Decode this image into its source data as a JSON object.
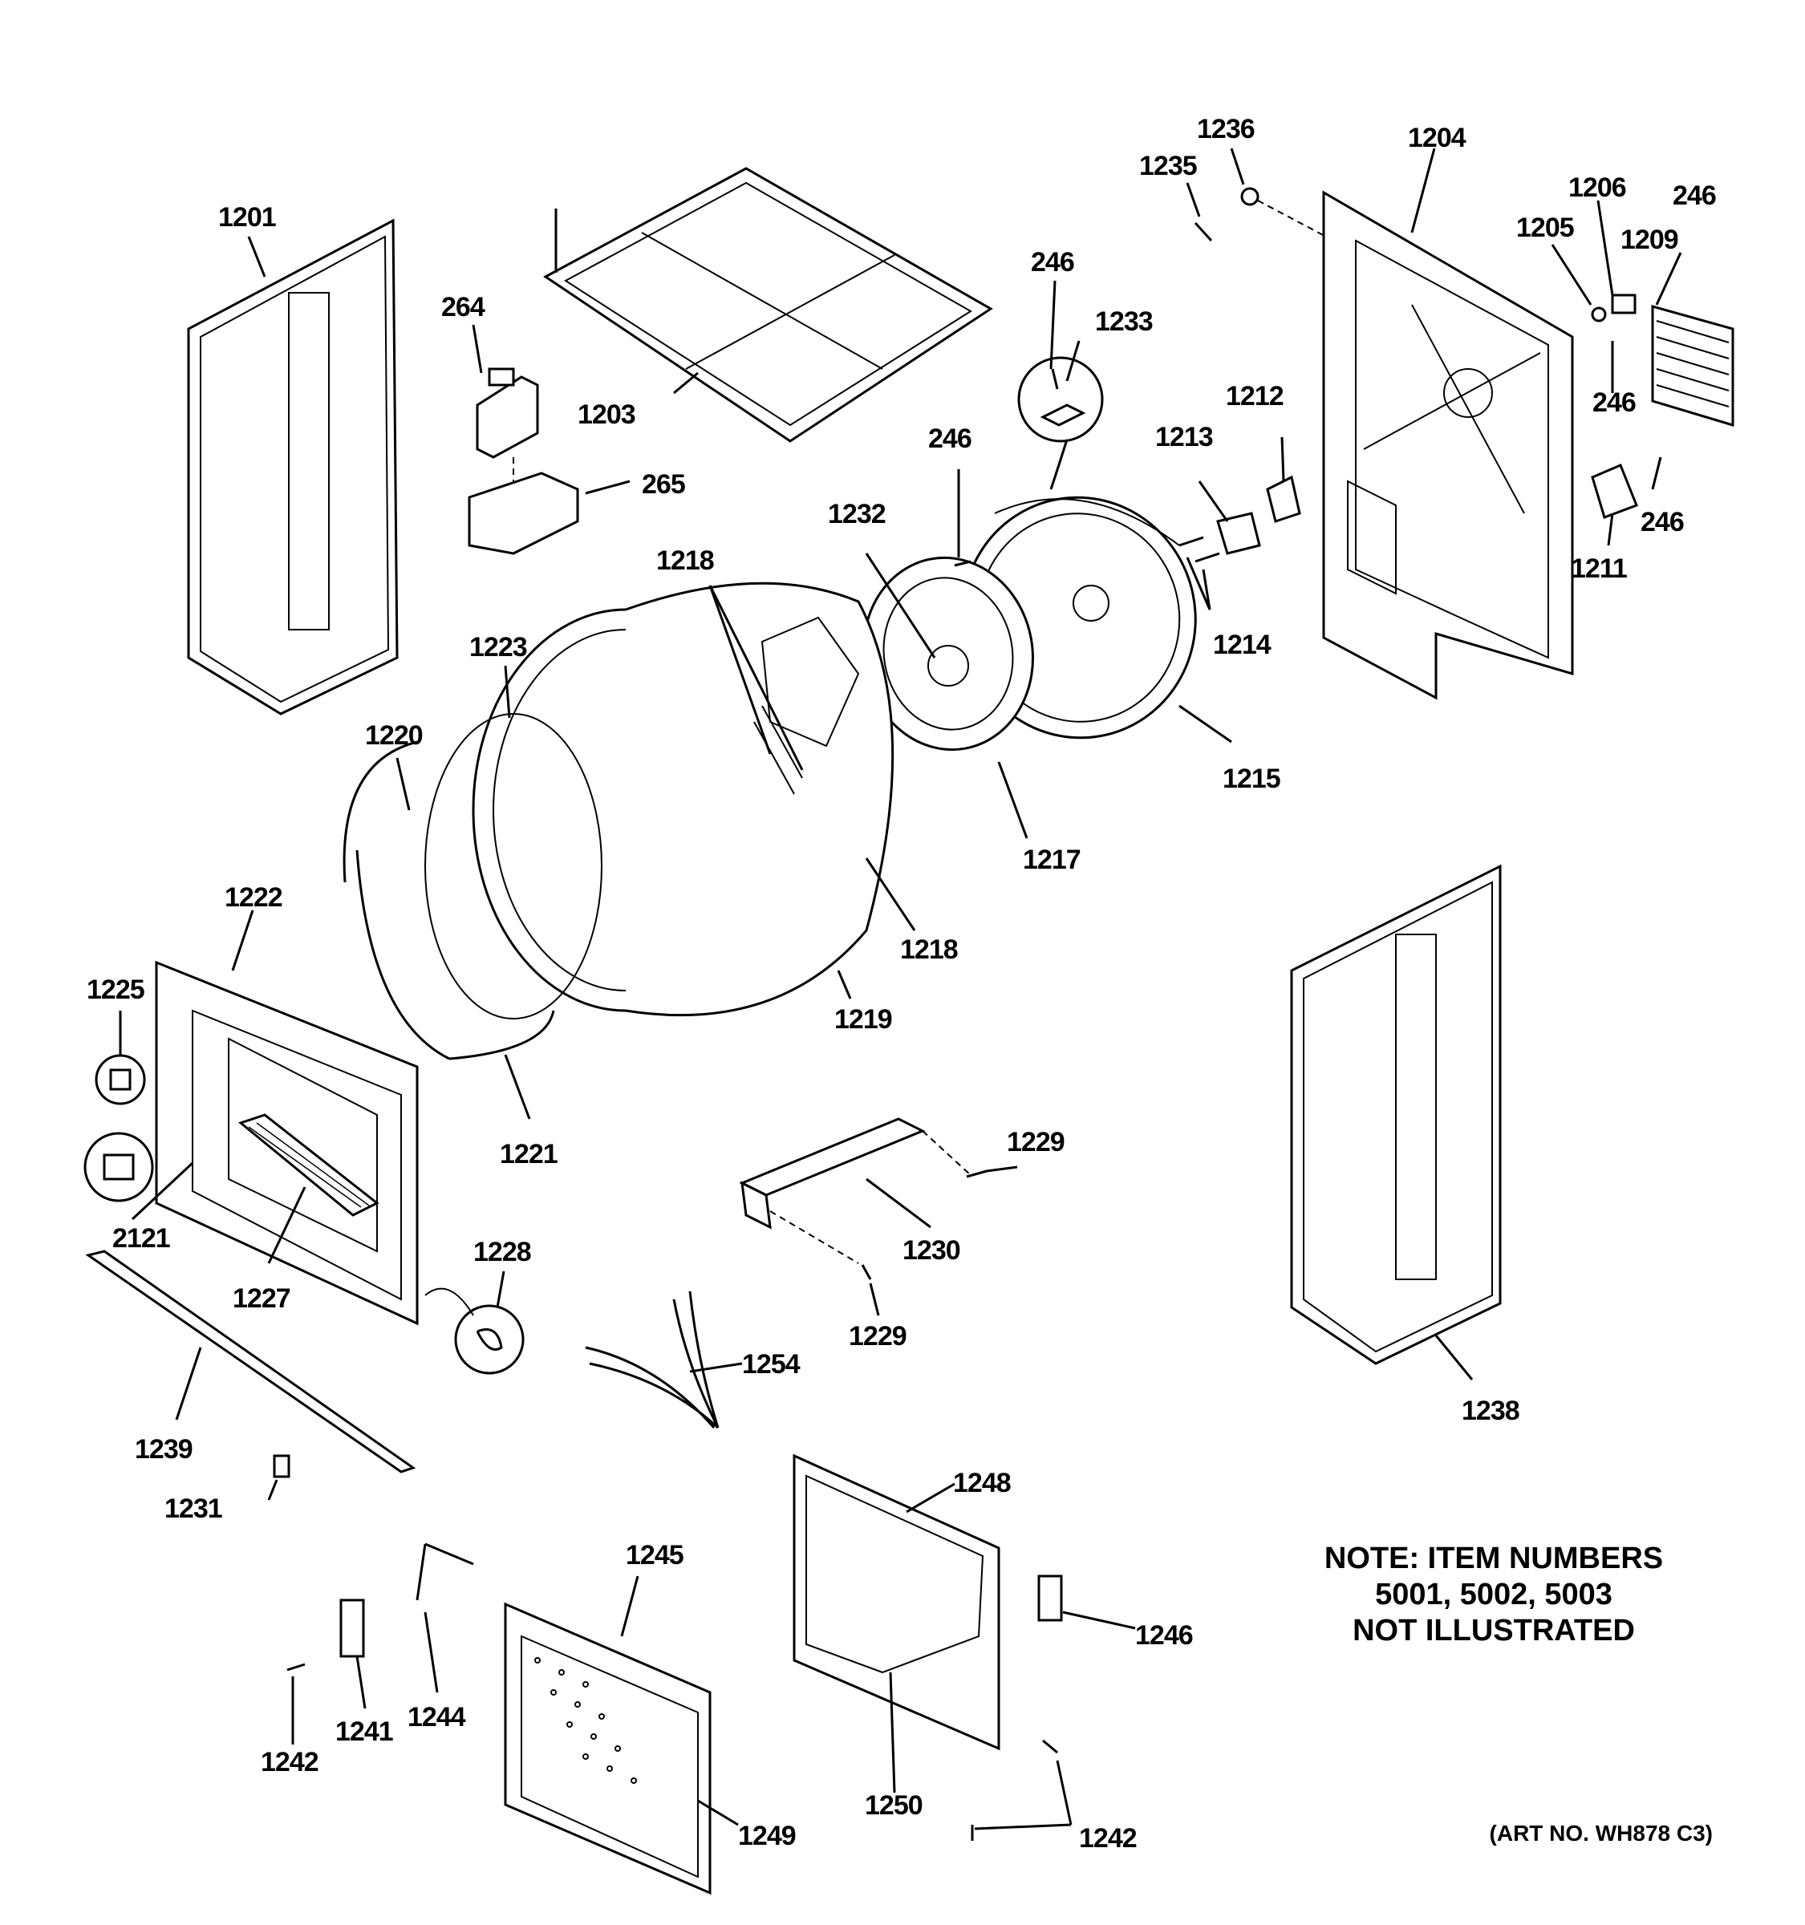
{
  "labels": {
    "l1201": "1201",
    "l1203": "1203",
    "l264": "264",
    "l265": "265",
    "l1236": "1236",
    "l1235": "1235",
    "l1204": "1204",
    "l1206": "1206",
    "l246a": "246",
    "l1205": "1205",
    "l1209": "1209",
    "l246b": "246",
    "l1233": "1233",
    "l246c": "246",
    "l1212": "1212",
    "l1213": "1213",
    "l246d": "246",
    "l246e": "246",
    "l1211": "1211",
    "l1232": "1232",
    "l1218a": "1218",
    "l1214": "1214",
    "l1223": "1223",
    "l1215": "1215",
    "l1220": "1220",
    "l1217": "1217",
    "l1222": "1222",
    "l1218b": "1218",
    "l1225": "1225",
    "l1219": "1219",
    "l1229a": "1229",
    "l1221": "1221",
    "l2121": "2121",
    "l1230": "1230",
    "l1228": "1228",
    "l1227": "1227",
    "l1229b": "1229",
    "l1254": "1254",
    "l1239": "1239",
    "l1238": "1238",
    "l1231": "1231",
    "l1248": "1248",
    "l1245": "1245",
    "l1246": "1246",
    "l1244": "1244",
    "l1241": "1241",
    "l1242a": "1242",
    "l1249": "1249",
    "l1250": "1250",
    "l1242b": "1242"
  },
  "note": {
    "line1": "NOTE: ITEM NUMBERS",
    "line2": "5001, 5002, 5003",
    "line3": "NOT ILLUSTRATED"
  },
  "art_number": "(ART NO. WH878 C3)",
  "colors": {
    "ink": "#000000",
    "paper": "#ffffff"
  }
}
